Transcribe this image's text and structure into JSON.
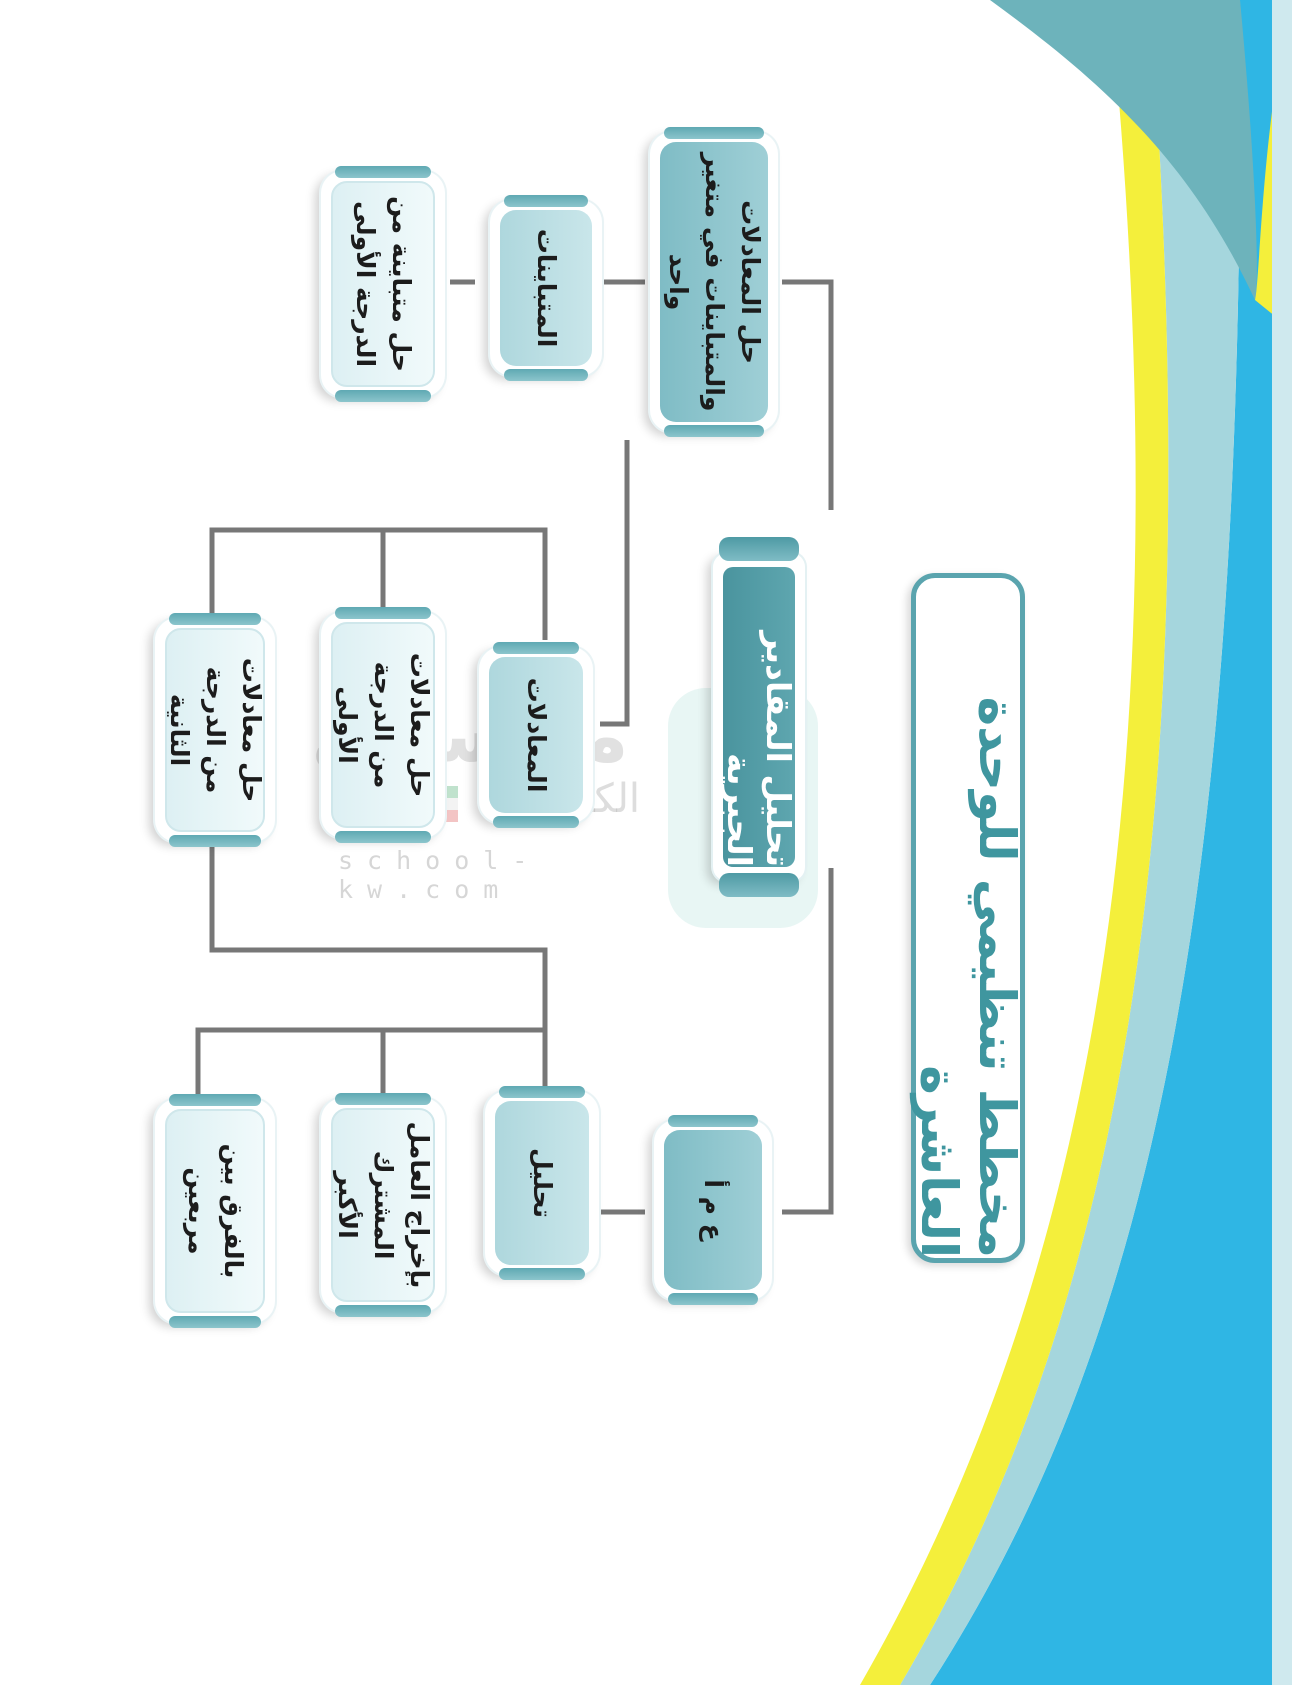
{
  "diagram": {
    "title": "مخطط تنظيمي للوحدة العاشرة",
    "main_topic": "تحليل المقادير الجبرية",
    "nodes": {
      "eq_ineq": "حل المعادلات والمتباينات في متغير واحد",
      "inequalities": "المتباينات",
      "solve_ineq_first": "حل متباينة من الدرجة الأولى",
      "equations": "المعادلات",
      "solve_eq_first": "حل معادلات من الدرجة الأولى",
      "solve_eq_second": "حل معادلات من الدرجة الثانية",
      "gcf": "ع م أ",
      "factoring": "تحليل",
      "factor_common": "بإخراج العامل المشترك الأكبر",
      "diff_squares": "بالفرق بين مربعين"
    }
  },
  "watermark": {
    "brand": "مدرستي",
    "country": "الكويتية",
    "url": "school-kw.com",
    "flag_colors": [
      "#2f9e5a",
      "#ffffff",
      "#d83a3a",
      "#222222"
    ]
  },
  "colors": {
    "accent_teal": "#4a949e",
    "frame_teal": "#5aa4ae",
    "light_blue": "#2fb6e4",
    "yellow": "#f4ef3b",
    "connector_gray": "#777777"
  }
}
